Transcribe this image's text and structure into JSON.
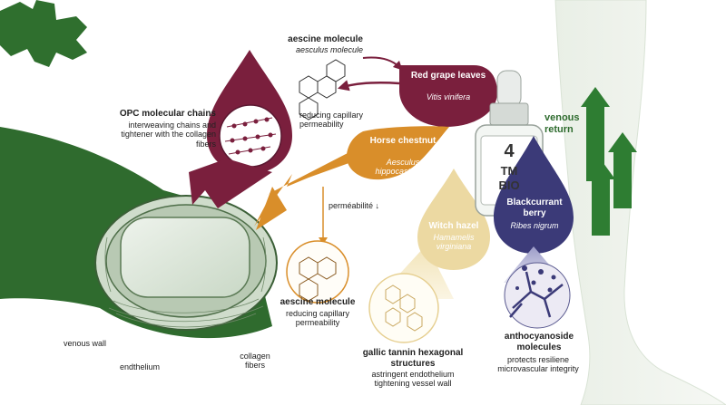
{
  "labels": {
    "aescine_top_title": "aescine molecule",
    "aescine_top_sub": "aesculus molecule",
    "red_grape_name": "Red grape leaves",
    "red_grape_latin": "Vitis vinifera",
    "reducing_top": "reducing capillary permeability",
    "opc_title": "OPC molecular chains",
    "opc_desc": "interweaving chains and tightener with the collagen fibers",
    "horse_name": "Horse chestnut",
    "horse_latin": "Aesculus hippocastanum",
    "permeabilite": "perméabilité ↓",
    "witch_name": "Witch hazel",
    "witch_latin": "Hamamelis virginiana",
    "blackcurrant_name": "Blackcurrant berry",
    "blackcurrant_latin": "Ribes nigrum",
    "bottle_number": "4",
    "bottle_tm": "TM",
    "bottle_bio": "BIO",
    "venous_return": "venous return",
    "aescine_bottom_title": "aescine molecule",
    "aescine_bottom_desc": "reducing capillary permeability",
    "gallic_title": "gallic tannin hexagonal structures",
    "gallic_desc": "astringent endothelium tightening vessel wall",
    "antho_title": "anthocyanoside molecules",
    "antho_desc": "protects resiliene microvascular integrity",
    "venous_wall": "venous wall",
    "endothelium": "endthelium",
    "collagen": "collagen fibers"
  },
  "colors": {
    "grape": "#7a1f3d",
    "horse": "#d98e2a",
    "witch": "#ecd9a2",
    "blackcurrant": "#3b3a78",
    "vein": "#2f6b2e",
    "leaf": "#2f6f2e",
    "arrow_green": "#2e7d32"
  }
}
